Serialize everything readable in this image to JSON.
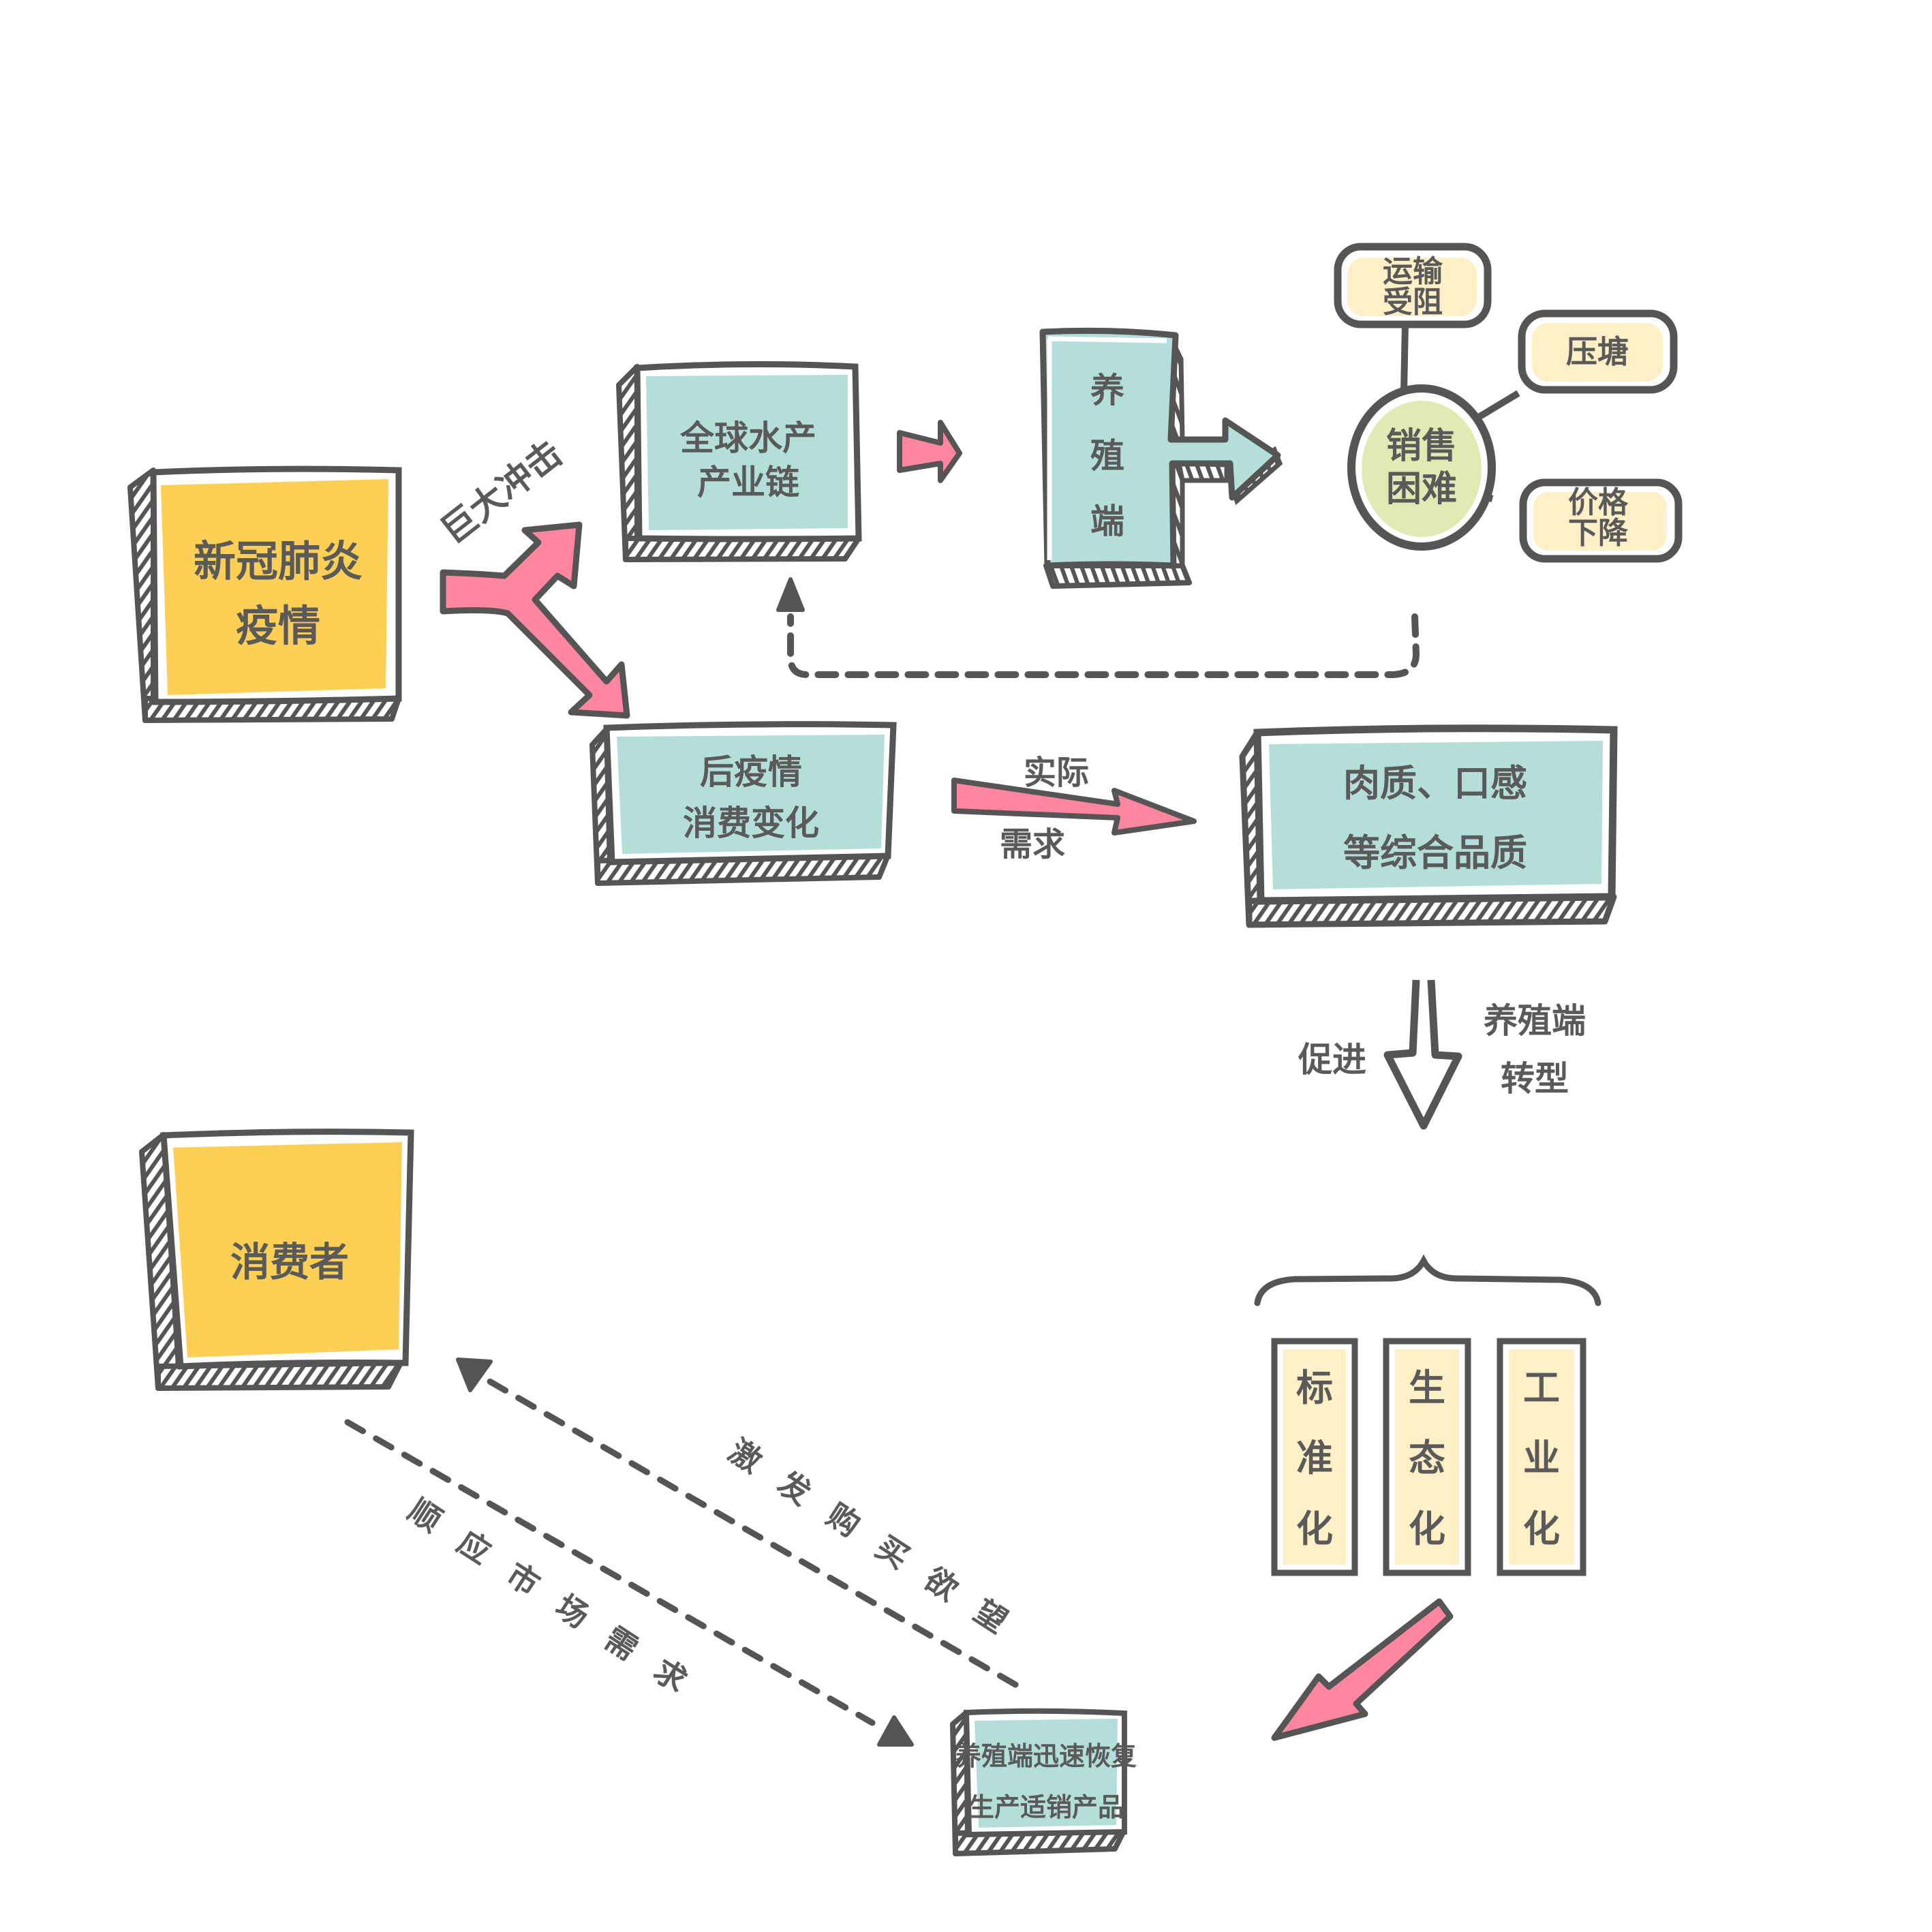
{
  "colors": {
    "ink": "#555555",
    "text": "#5a5a5a",
    "yellow": "#FDD055",
    "teal": "#B3DFD8",
    "cream": "#FDEFC6",
    "green": "#DFEBB2",
    "pink": "#FE869E",
    "white": "#FFFFFF"
  },
  "nodes": {
    "covid": {
      "lines": [
        "新冠肺炎",
        "疫情"
      ]
    },
    "global_chain": {
      "lines": [
        "全球水产",
        "产业链"
      ]
    },
    "farming_end": {
      "lines": [
        "养",
        "殖",
        "端"
      ]
    },
    "sales_difficulty": {
      "lines": [
        "销售",
        "困难"
      ]
    },
    "transport_blocked": {
      "lines": [
        "运输",
        "受阻"
      ]
    },
    "pond_backlog": {
      "lines": [
        "压塘"
      ]
    },
    "price_drop": {
      "lines": [
        "价格",
        "下降"
      ]
    },
    "post_epidemic": {
      "lines": [
        "后疫情",
        "消费变化"
      ]
    },
    "quality": {
      "lines": [
        "肉质、口感",
        "等综合品质"
      ]
    },
    "standardization": {
      "lines": [
        "标",
        "准",
        "化"
      ]
    },
    "ecologization": {
      "lines": [
        "生",
        "态",
        "化"
      ]
    },
    "industrialization": {
      "lines": [
        "工",
        "业",
        "化"
      ]
    },
    "recovery": {
      "lines": [
        "养殖端迅速恢复",
        "生产适销产品"
      ]
    },
    "consumer": {
      "lines": [
        "消费者"
      ]
    }
  },
  "edge_labels": {
    "huge_impact": "巨大冲击",
    "actual_demand_1": "实际",
    "actual_demand_2": "需求",
    "promote": "促进",
    "transform_1": "养殖端",
    "transform_2": "转型",
    "stimulate": [
      "激",
      "发",
      "购",
      "买",
      "欲",
      "望"
    ],
    "follow_market": [
      "顺",
      "应",
      "市",
      "场",
      "需",
      "求"
    ]
  }
}
